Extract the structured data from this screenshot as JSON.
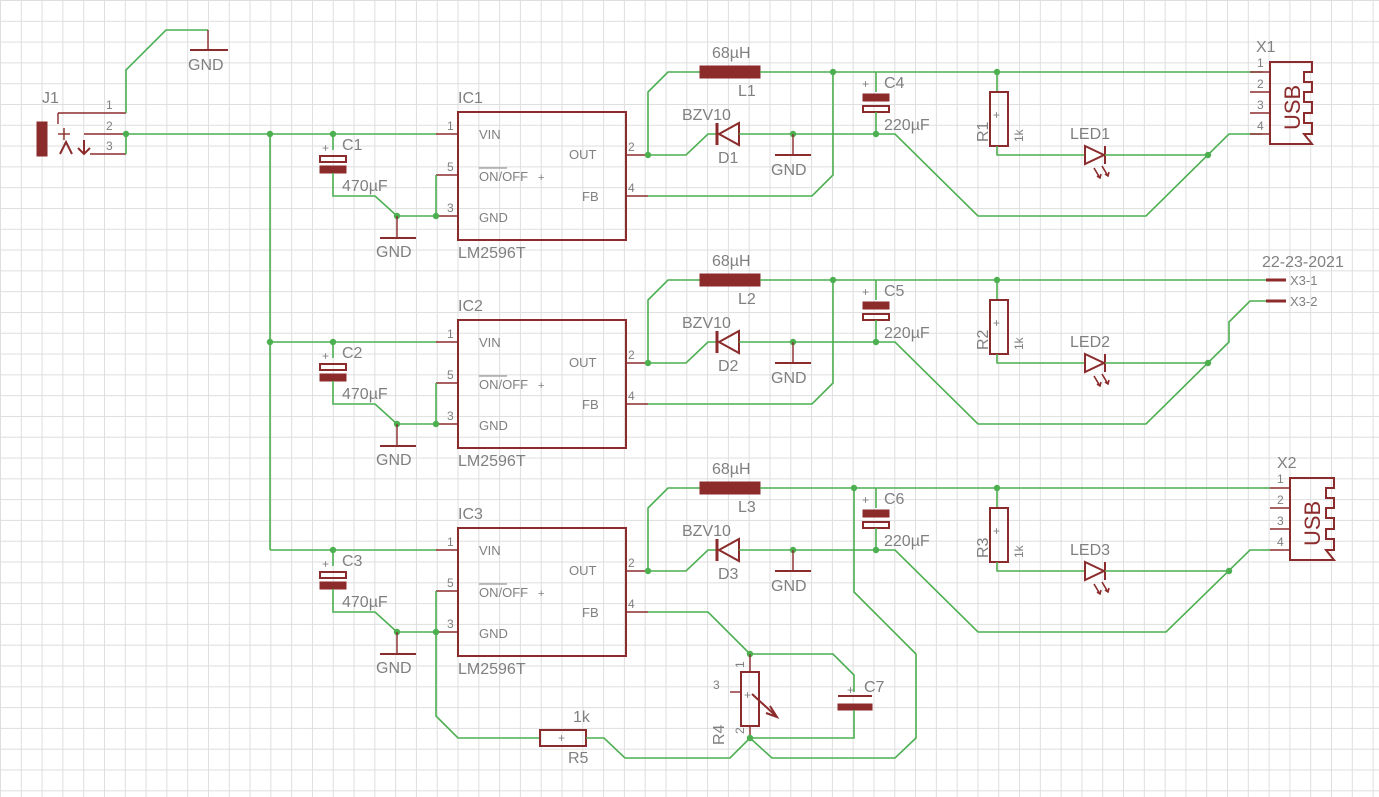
{
  "gnd_label": "GND",
  "ic_type": "LM2596T",
  "ic_pins": {
    "vin": "VIN",
    "onoff": "ON/OFF",
    "gnd": "GND",
    "out": "OUT",
    "fb": "FB"
  },
  "inductor_value": "68µH",
  "zener_value": "BZV10",
  "cin_value": "470µF",
  "cout_value": "220µF",
  "res_value": "1k",
  "usb_label": "USB",
  "connector_j1": "J1",
  "pin_numbers": [
    "1",
    "2",
    "3",
    "4",
    "5"
  ],
  "stages": [
    {
      "ic": "IC1",
      "cin": "C1",
      "inductor": "L1",
      "diode": "D1",
      "cout": "C4",
      "res": "R1",
      "led": "LED1"
    },
    {
      "ic": "IC2",
      "cin": "C2",
      "inductor": "L2",
      "diode": "D2",
      "cout": "C5",
      "res": "R2",
      "led": "LED2"
    },
    {
      "ic": "IC3",
      "cin": "C3",
      "inductor": "L3",
      "diode": "D3",
      "cout": "C6",
      "res": "R3",
      "led": "LED3"
    }
  ],
  "usb_connectors": [
    "X1",
    "X2"
  ],
  "header": {
    "date": "22-23-2021",
    "pins": [
      "X3-1",
      "X3-2"
    ]
  },
  "feedback": {
    "pot": "R4",
    "cap": "C7",
    "res": "R5",
    "res_value": "1k"
  },
  "colors": {
    "wire": "#4caf50",
    "part": "#8b2b2b",
    "text": "#808080",
    "grid": "#dedede"
  }
}
